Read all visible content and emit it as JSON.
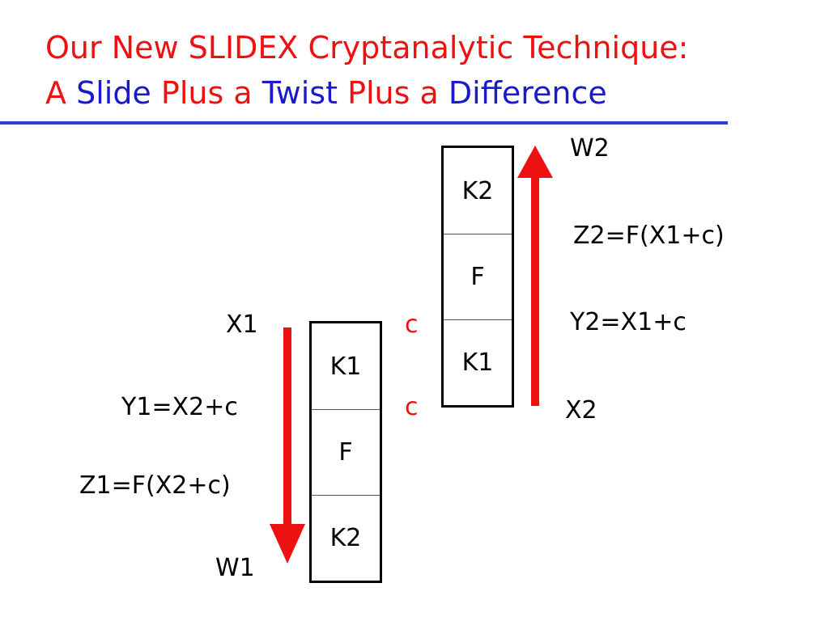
{
  "title": {
    "line1": "Our New SLIDEX Cryptanalytic Technique:",
    "line2": [
      {
        "text": "A ",
        "color": "red"
      },
      {
        "text": "Slide",
        "color": "blue"
      },
      {
        "text": " Plus a ",
        "color": "red"
      },
      {
        "text": "Twist",
        "color": "blue"
      },
      {
        "text": " Plus a ",
        "color": "red"
      },
      {
        "text": "Difference",
        "color": "blue"
      }
    ]
  },
  "colors": {
    "accent_red": "#ee1111",
    "accent_blue": "#1a1acc",
    "rule": "#2b3fd6"
  },
  "left_block": {
    "cells": [
      "K1",
      "F",
      "K2"
    ]
  },
  "right_block": {
    "cells": [
      "K2",
      "F",
      "K1"
    ]
  },
  "labels": {
    "x1": "X1",
    "y1": "Y1=X2+c",
    "z1": "Z1=F(X2+c)",
    "w1": "W1",
    "c_top": "c",
    "c_bottom": "c",
    "w2": "W2",
    "z2": "Z2=F(X1+c)",
    "y2": "Y2=X1+c",
    "x2": "X2"
  },
  "arrows": {
    "left_direction": "down",
    "right_direction": "up"
  }
}
